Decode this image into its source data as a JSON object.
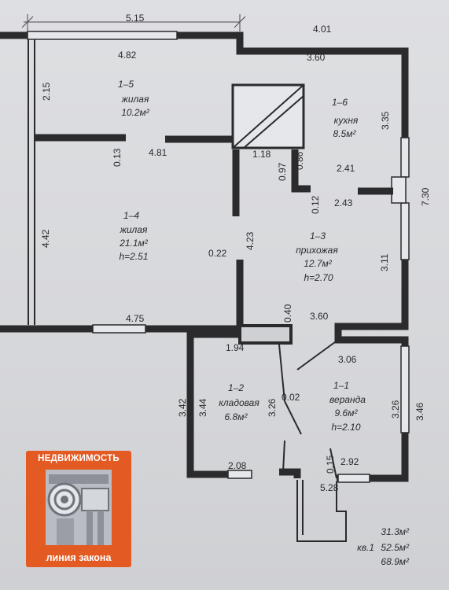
{
  "badge": {
    "top": "НЕДВИЖИМОСТЬ",
    "bottom": "линия закона"
  },
  "dimensions": {
    "d515": "5.15",
    "d401": "4.01",
    "d482": "4.82",
    "d360a": "3.60",
    "d215": "2.15",
    "d335": "3.35",
    "d013": "0.13",
    "d481": "4.81",
    "d118": "1.18",
    "d097": "0.97",
    "d086": "0.86",
    "d241": "2.41",
    "d730": "7.30",
    "d012": "0.12",
    "d243": "2.43",
    "d442": "4.42",
    "d423": "4.23",
    "d022": "0.22",
    "d311": "3.11",
    "d040": "0.40",
    "d475": "4.75",
    "d360b": "3.60",
    "d194": "1.94",
    "d306": "3.06",
    "d342": "3.42",
    "d344": "3.44",
    "d326a": "3.26",
    "d002": "0.02",
    "d326b": "3.26",
    "d346": "3.46",
    "d208": "2.08",
    "d015": "0.15",
    "d292": "2.92",
    "d528": "5.28"
  },
  "rooms": {
    "r15": {
      "num": "1–5",
      "name": "жилая",
      "area": "10.2м²"
    },
    "r16": {
      "num": "1–6",
      "name": "кухня",
      "area": "8.5м²"
    },
    "r14": {
      "num": "1–4",
      "name": "жилая",
      "area": "21.1м²",
      "height": "h=2.51"
    },
    "r13": {
      "num": "1–3",
      "name": "прихожая",
      "area": "12.7м²",
      "height": "h=2.70"
    },
    "r12": {
      "num": "1–2",
      "name": "кладовая",
      "area": "6.8м²"
    },
    "r11": {
      "num": "1–1",
      "name": "веранда",
      "area": "9.6м²",
      "height": "h=2.10"
    }
  },
  "totals": {
    "t1": "31.3м²",
    "label": "кв.1",
    "t2": "52.5м²",
    "t3": "68.9м²"
  }
}
